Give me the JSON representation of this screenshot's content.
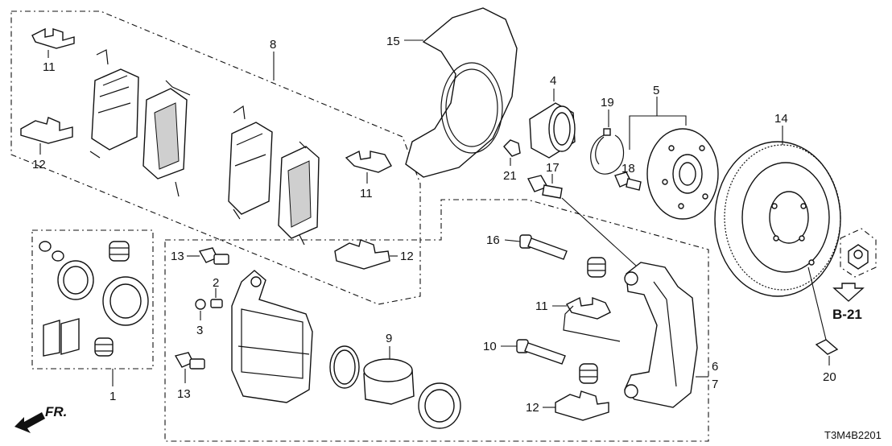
{
  "diagram": {
    "labels": {
      "n1": "1",
      "n2": "2",
      "n3": "3",
      "n4": "4",
      "n5": "5",
      "n6": "6",
      "n7": "7",
      "n8": "8",
      "n9": "9",
      "n10": "10",
      "n11a": "11",
      "n11b": "11",
      "n11c": "11",
      "n12a": "12",
      "n12b": "12",
      "n12c": "12",
      "n13a": "13",
      "n13b": "13",
      "n14": "14",
      "n15": "15",
      "n16": "16",
      "n17": "17",
      "n18": "18",
      "n19": "19",
      "n20": "20",
      "n21": "21"
    },
    "ref": "B-21",
    "front": "FR.",
    "code": "T3M4B2201"
  }
}
